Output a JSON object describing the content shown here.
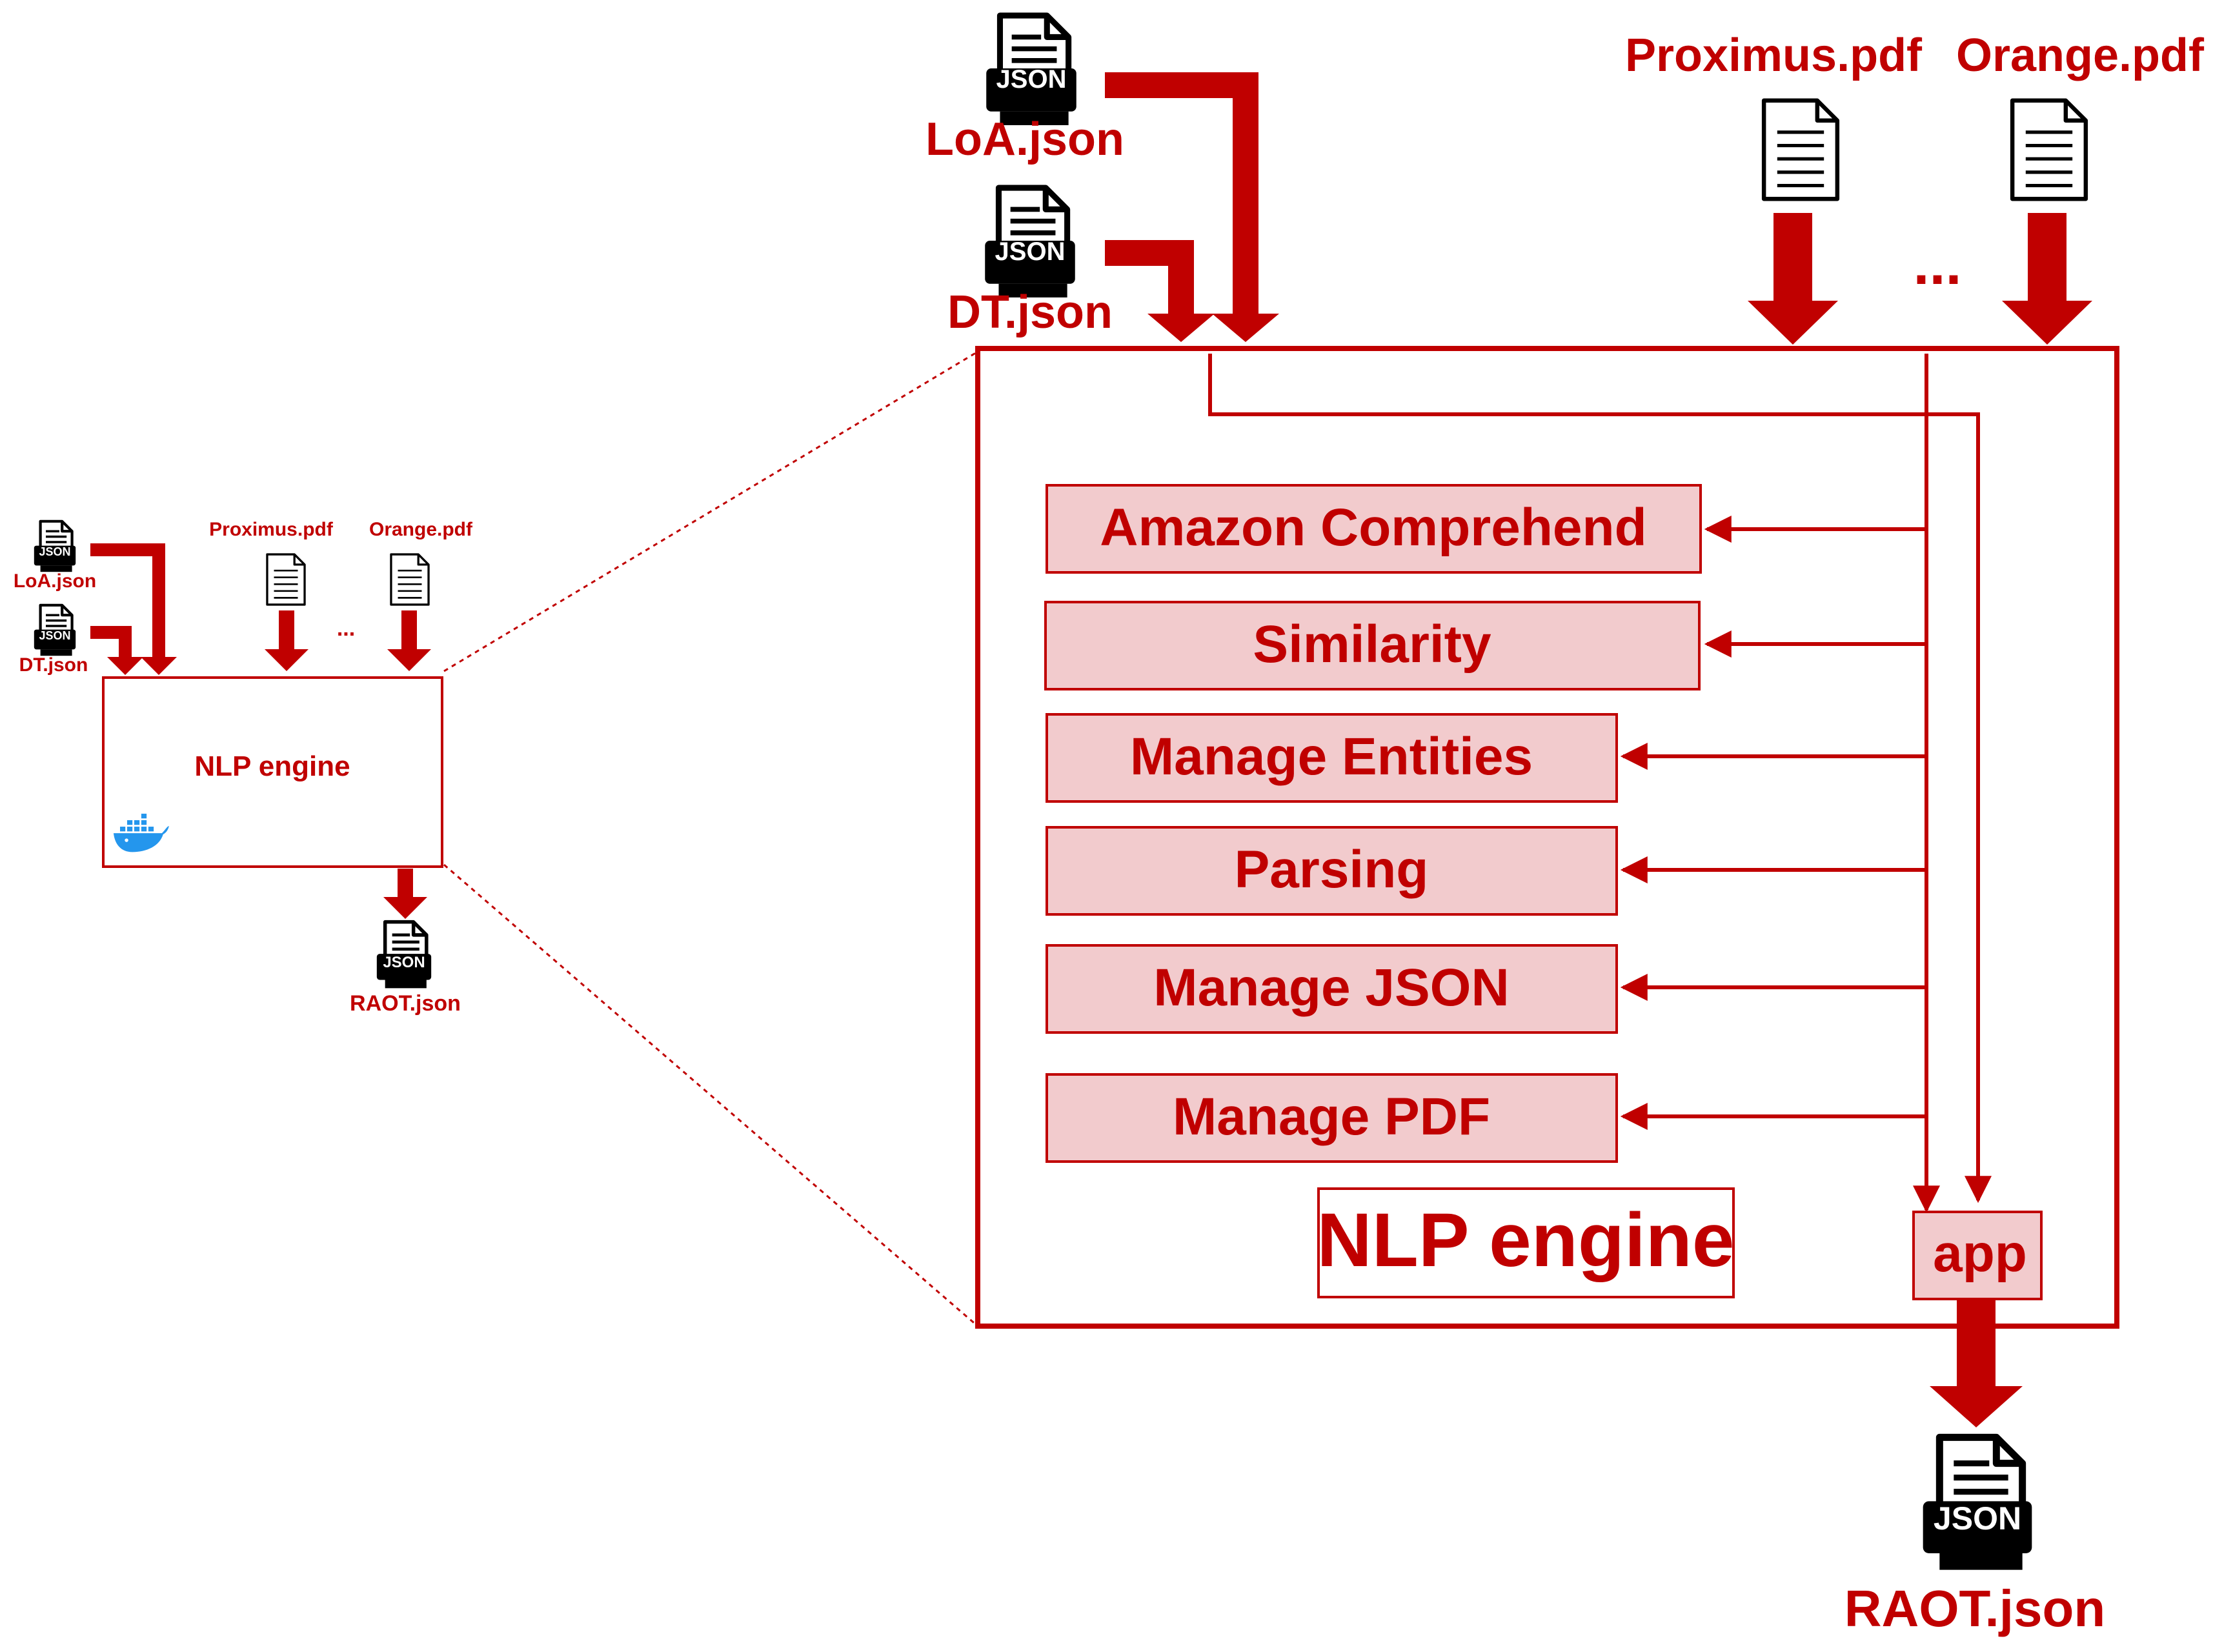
{
  "colors": {
    "accent": "#c00000",
    "module_fill": "#f2cbcd",
    "module_border": "#c00000",
    "file_icon": "#000000",
    "docker_whale": "#2496ed"
  },
  "icons": {
    "json_file": "json-file-icon",
    "pdf_file": "document-icon",
    "docker": "docker-whale-icon"
  },
  "overview": {
    "inputs": {
      "loa": "LoA.json",
      "dt": "DT.json",
      "proximus": "Proximus.pdf",
      "orange": "Orange.pdf",
      "ellipsis": "..."
    },
    "engine_label": "NLP engine",
    "output": "RAOT.json",
    "json_tag": "JSON"
  },
  "detail": {
    "inputs": {
      "loa": "LoA.json",
      "dt": "DT.json",
      "proximus": "Proximus.pdf",
      "orange": "Orange.pdf",
      "ellipsis": "..."
    },
    "json_tag": "JSON",
    "modules": [
      "Amazon Comprehend",
      "Similarity",
      "Manage Entities",
      "Parsing",
      "Manage JSON",
      "Manage PDF"
    ],
    "engine_label": "NLP engine",
    "app_label": "app",
    "output": "RAOT.json"
  }
}
